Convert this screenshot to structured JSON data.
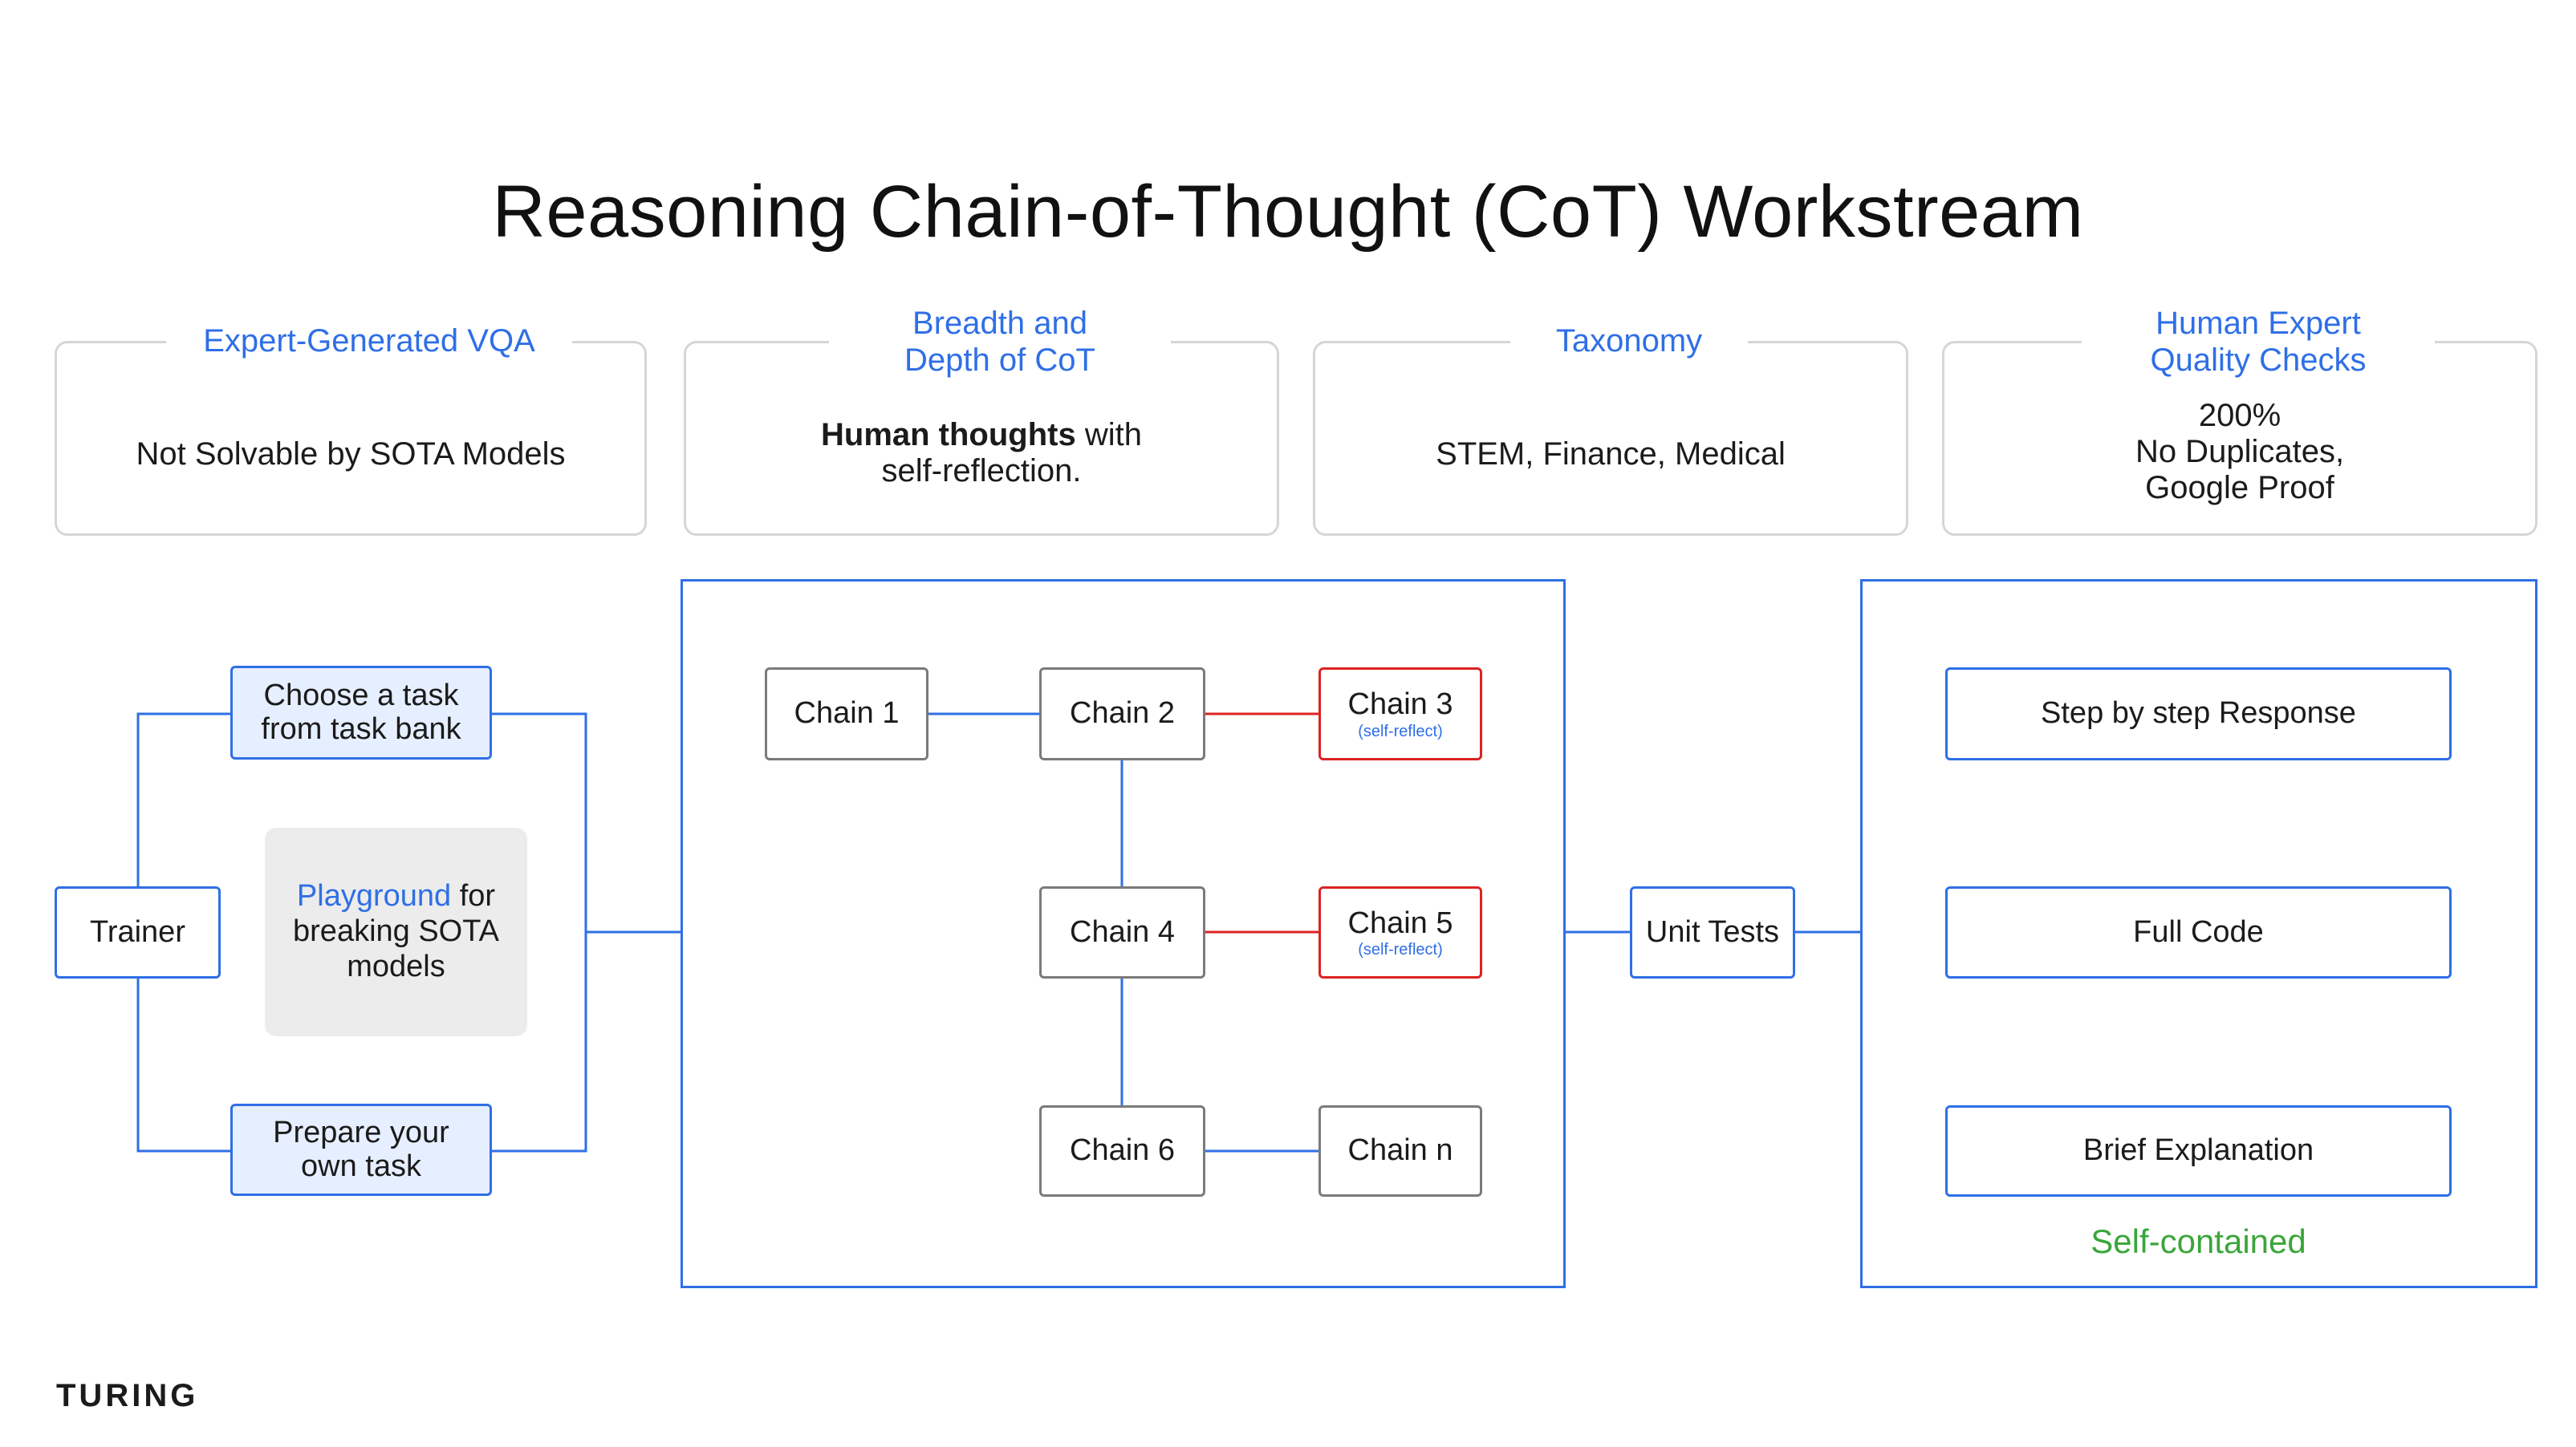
{
  "title": "Reasoning Chain-of-Thought (CoT) Workstream",
  "colors": {
    "accent": "#2f6fe6",
    "red": "#dd2222",
    "green": "#3aa63a",
    "gray_border": "#d6d6d6"
  },
  "cards": [
    {
      "title": "Expert-Generated VQA",
      "body": "Not Solvable by SOTA Models"
    },
    {
      "title_l1": "Breadth and",
      "title_l2": "Depth of CoT",
      "body_bold": "Human thoughts",
      "body_rest": " with",
      "body_l2": "self-reflection."
    },
    {
      "title": "Taxonomy",
      "body": "STEM, Finance, Medical"
    },
    {
      "title_l1": "Human Expert",
      "title_l2": "Quality Checks",
      "body_l1": "200%",
      "body_l2": "No Duplicates,",
      "body_l3": "Google Proof"
    }
  ],
  "left": {
    "trainer": "Trainer",
    "task_bank_l1": "Choose a task",
    "task_bank_l2": "from task bank",
    "playground_accent": "Playground",
    "playground_l1_rest": " for",
    "playground_l2": "breaking SOTA",
    "playground_l3": "models",
    "own_task_l1": "Prepare your",
    "own_task_l2": "own task"
  },
  "chains": {
    "c1": "Chain 1",
    "c2": "Chain 2",
    "c3": "Chain 3",
    "c3_sub": "(self-reflect)",
    "c4": "Chain 4",
    "c5": "Chain 5",
    "c5_sub": "(self-reflect)",
    "c6": "Chain 6",
    "cn": "Chain n"
  },
  "unit_tests": "Unit Tests",
  "outputs": {
    "step": "Step by step Response",
    "code": "Full Code",
    "brief": "Brief Explanation",
    "self_contained": "Self-contained"
  },
  "logo": "TURING"
}
